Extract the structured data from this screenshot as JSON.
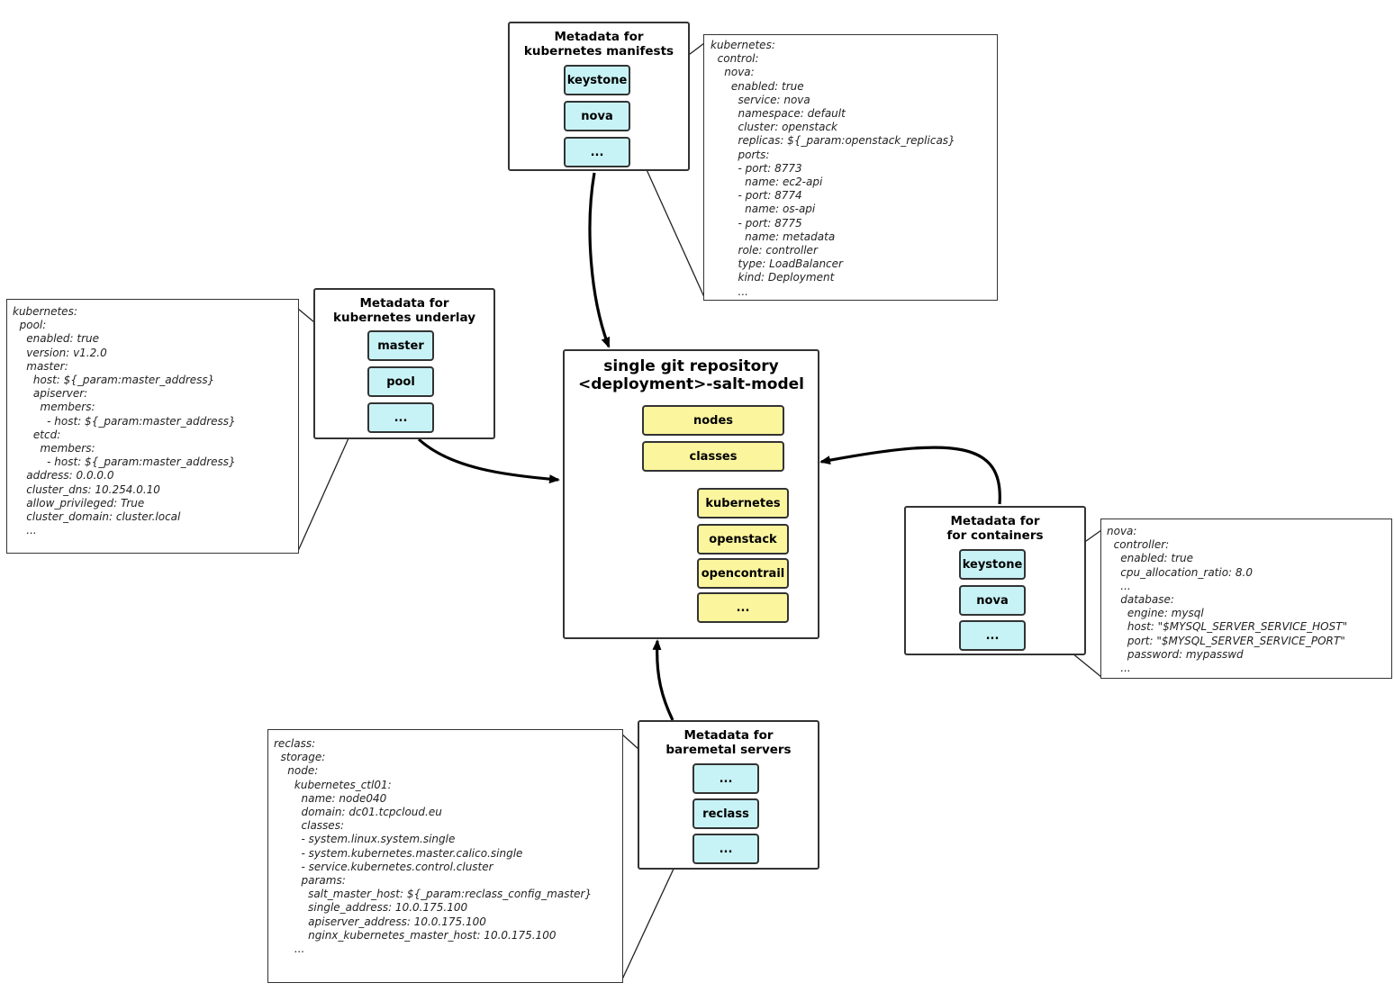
{
  "repository": {
    "title_line1": "single git repository",
    "title_line2": "<deployment>-salt-model",
    "items": [
      "nodes",
      "classes"
    ],
    "class_items": [
      "kubernetes",
      "openstack",
      "opencontrail",
      "..."
    ]
  },
  "manifests": {
    "title_line1": "Metadata for",
    "title_line2": "kubernetes manifests",
    "items": [
      "keystone",
      "nova",
      "..."
    ],
    "yaml": [
      "kubernetes:",
      "  control:",
      "    nova:",
      "      enabled: true",
      "        service: nova",
      "        namespace: default",
      "        cluster: openstack",
      "        replicas: ${_param:openstack_replicas}",
      "        ports:",
      "        - port: 8773",
      "          name: ec2-api",
      "        - port: 8774",
      "          name: os-api",
      "        - port: 8775",
      "          name: metadata",
      "        role: controller",
      "        type: LoadBalancer",
      "        kind: Deployment",
      "        ..."
    ]
  },
  "underlay": {
    "title_line1": "Metadata for",
    "title_line2": "kubernetes underlay",
    "items": [
      "master",
      "pool",
      "..."
    ],
    "yaml": [
      "kubernetes:",
      "  pool:",
      "    enabled: true",
      "    version: v1.2.0",
      "    master:",
      "      host: ${_param:master_address}",
      "      apiserver:",
      "        members:",
      "          - host: ${_param:master_address}",
      "      etcd:",
      "        members:",
      "          - host: ${_param:master_address}",
      "    address: 0.0.0.0",
      "    cluster_dns: 10.254.0.10",
      "    allow_privileged: True",
      "    cluster_domain: cluster.local",
      "    ..."
    ]
  },
  "containers": {
    "title_line1": "Metadata for",
    "title_line2": "for containers",
    "items": [
      "keystone",
      "nova",
      "..."
    ],
    "yaml": [
      "nova:",
      "  controller:",
      "    enabled: true",
      "    cpu_allocation_ratio: 8.0",
      "    ...",
      "    database:",
      "      engine: mysql",
      "      host: \"$MYSQL_SERVER_SERVICE_HOST\"",
      "      port: \"$MYSQL_SERVER_SERVICE_PORT\"",
      "      password: mypasswd",
      "    ..."
    ]
  },
  "baremetal": {
    "title_line1": "Metadata for",
    "title_line2": "baremetal servers",
    "items": [
      "...",
      "reclass",
      "..."
    ],
    "yaml": [
      "reclass:",
      "  storage:",
      "    node:",
      "      kubernetes_ctl01:",
      "        name: node040",
      "        domain: dc01.tcpcloud.eu",
      "        classes:",
      "        - system.linux.system.single",
      "        - system.kubernetes.master.calico.single",
      "        - service.kubernetes.control.cluster",
      "        params:",
      "          salt_master_host: ${_param:reclass_config_master}",
      "          single_address: 10.0.175.100",
      "          apiserver_address: 10.0.175.100",
      "          nginx_kubernetes_master_host: 10.0.175.100",
      "      ..."
    ]
  },
  "colors": {
    "chip_cyan": "#c8f3f6",
    "chip_yellow": "#fbf59e",
    "border": "#333333"
  }
}
